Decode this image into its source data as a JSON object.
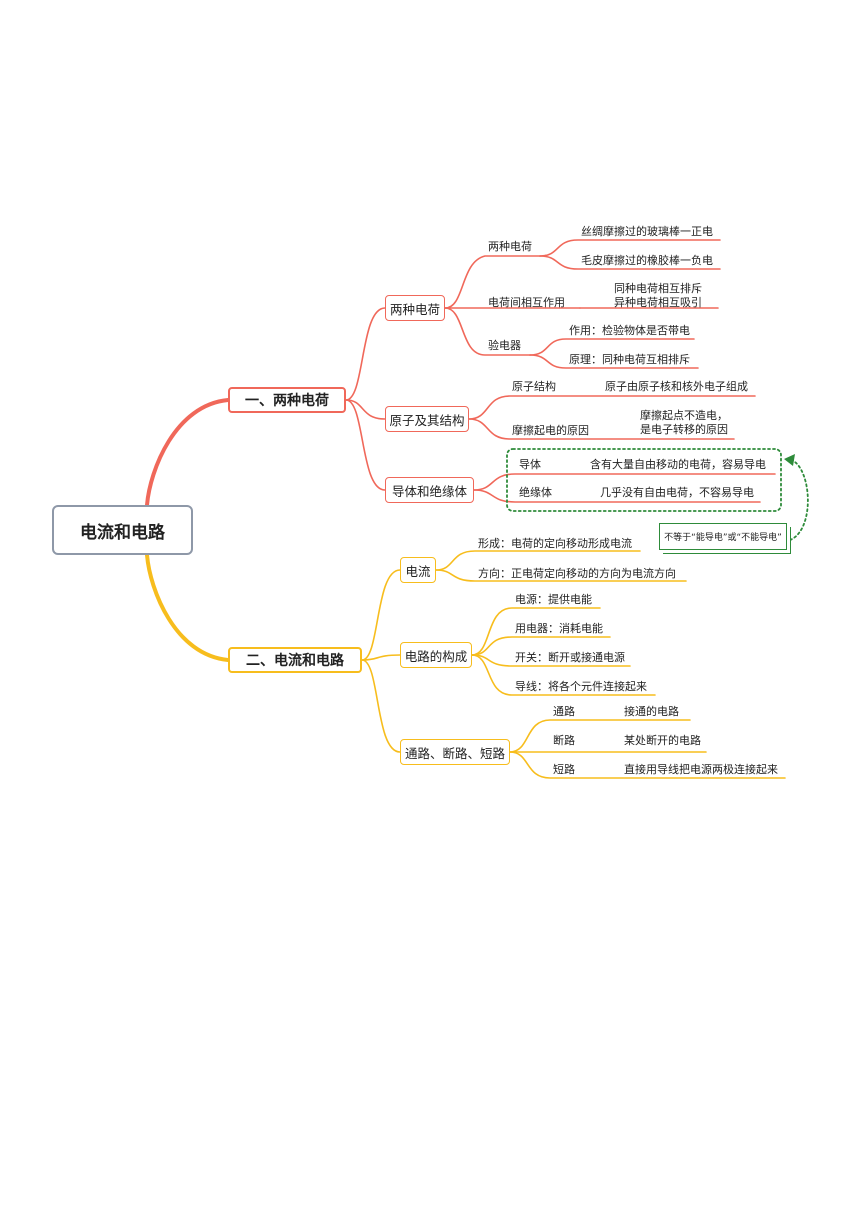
{
  "root": "电流和电路",
  "s1": {
    "title": "一、两种电荷",
    "charge": {
      "label": "两种电荷",
      "kinds_label": "两种电荷",
      "kind_pos": "丝绸摩擦过的玻璃棒一正电",
      "kind_neg": "毛皮摩擦过的橡胶棒一负电",
      "interaction_label": "电荷间相互作用",
      "interaction_line1": "同种电荷相互排斥",
      "interaction_line2": "异种电荷相互吸引",
      "electroscope_label": "验电器",
      "electroscope_use": "作用：检验物体是否带电",
      "electroscope_principle": "原理：同种电荷互相排斥"
    },
    "atom": {
      "label": "原子及其结构",
      "structure_label": "原子结构",
      "structure_text": "原子由原子核和核外电子组成",
      "cause_label": "摩擦起电的原因",
      "cause_line1": "摩擦起点不造电，",
      "cause_line2": "是电子转移的原因"
    },
    "conductor": {
      "label": "导体和绝缘体",
      "conductor_label": "导体",
      "conductor_text": "含有大量自由移动的电荷，容易导电",
      "insulator_label": "绝缘体",
      "insulator_text": "几乎没有自由电荷，不容易导电",
      "note": "不等于“能导电”或“不能导电”"
    }
  },
  "s2": {
    "title": "二、电流和电路",
    "current": {
      "label": "电流",
      "formation": "形成：电荷的定向移动形成电流",
      "direction": "方向：正电荷定向移动的方向为电流方向"
    },
    "composition": {
      "label": "电路的构成",
      "source": "电源：提供电能",
      "appliance": "用电器：消耗电能",
      "switch": "开关：断开或接通电源",
      "wire": "导线：将各个元件连接起来"
    },
    "states": {
      "label": "通路、断路、短路",
      "closed_label": "通路",
      "closed_text": "接通的电路",
      "open_label": "断路",
      "open_text": "某处断开的电路",
      "short_label": "短路",
      "short_text": "直接用导线把电源两极连接起来"
    }
  },
  "colors": {
    "section1": "#f0685a",
    "section2": "#f7bd1d",
    "root_border": "#8e98a8",
    "note": "#2e8b3a"
  }
}
